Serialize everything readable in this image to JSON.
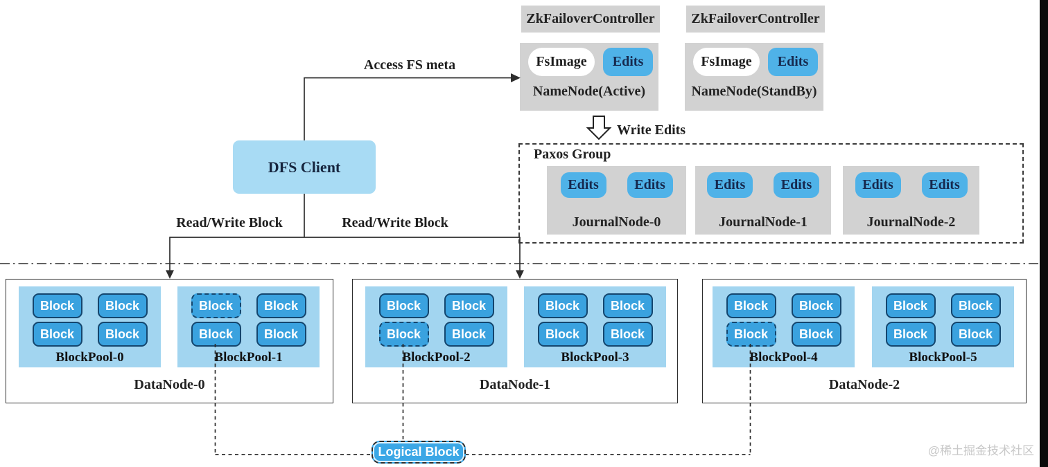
{
  "edges": {
    "access_fs_meta": "Access FS meta",
    "write_edits": "Write Edits",
    "read_write_left": "Read/Write Block",
    "read_write_right": "Read/Write Block"
  },
  "dfs_client": {
    "label": "DFS Client"
  },
  "namenodes": [
    {
      "controller": "ZkFailoverController",
      "fsimage": "FsImage",
      "edits": "Edits",
      "title": "NameNode(Active)"
    },
    {
      "controller": "ZkFailoverController",
      "fsimage": "FsImage",
      "edits": "Edits",
      "title": "NameNode(StandBy)"
    }
  ],
  "paxos": {
    "label": "Paxos Group",
    "journalnodes": [
      {
        "title": "JournalNode-0",
        "edits": [
          "Edits",
          "Edits"
        ]
      },
      {
        "title": "JournalNode-1",
        "edits": [
          "Edits",
          "Edits"
        ]
      },
      {
        "title": "JournalNode-2",
        "edits": [
          "Edits",
          "Edits"
        ]
      }
    ]
  },
  "datanodes": [
    {
      "title": "DataNode-0",
      "pools": [
        {
          "title": "BlockPool-0",
          "blocks": [
            {
              "label": "Block",
              "dashed": false
            },
            {
              "label": "Block",
              "dashed": false
            },
            {
              "label": "Block",
              "dashed": false
            },
            {
              "label": "Block",
              "dashed": false
            }
          ]
        },
        {
          "title": "BlockPool-1",
          "blocks": [
            {
              "label": "Block",
              "dashed": true
            },
            {
              "label": "Block",
              "dashed": false
            },
            {
              "label": "Block",
              "dashed": false
            },
            {
              "label": "Block",
              "dashed": false
            }
          ]
        }
      ]
    },
    {
      "title": "DataNode-1",
      "pools": [
        {
          "title": "BlockPool-2",
          "blocks": [
            {
              "label": "Block",
              "dashed": false
            },
            {
              "label": "Block",
              "dashed": false
            },
            {
              "label": "Block",
              "dashed": true
            },
            {
              "label": "Block",
              "dashed": false
            }
          ]
        },
        {
          "title": "BlockPool-3",
          "blocks": [
            {
              "label": "Block",
              "dashed": false
            },
            {
              "label": "Block",
              "dashed": false
            },
            {
              "label": "Block",
              "dashed": false
            },
            {
              "label": "Block",
              "dashed": false
            }
          ]
        }
      ]
    },
    {
      "title": "DataNode-2",
      "pools": [
        {
          "title": "BlockPool-4",
          "blocks": [
            {
              "label": "Block",
              "dashed": false
            },
            {
              "label": "Block",
              "dashed": false
            },
            {
              "label": "Block",
              "dashed": true
            },
            {
              "label": "Block",
              "dashed": false
            }
          ]
        },
        {
          "title": "BlockPool-5",
          "blocks": [
            {
              "label": "Block",
              "dashed": false
            },
            {
              "label": "Block",
              "dashed": false
            },
            {
              "label": "Block",
              "dashed": false
            },
            {
              "label": "Block",
              "dashed": false
            }
          ]
        }
      ]
    }
  ],
  "logical_block": {
    "label": "Logical Block"
  },
  "watermark": "@稀土掘金技术社区",
  "colors": {
    "box_gray": "#d2d2d2",
    "panel_blue": "#a2d5f0",
    "pill_blue": "#4fb2e8",
    "block_blue": "#3aa2df",
    "block_border": "#14466e",
    "client_blue": "#a8dbf4"
  }
}
